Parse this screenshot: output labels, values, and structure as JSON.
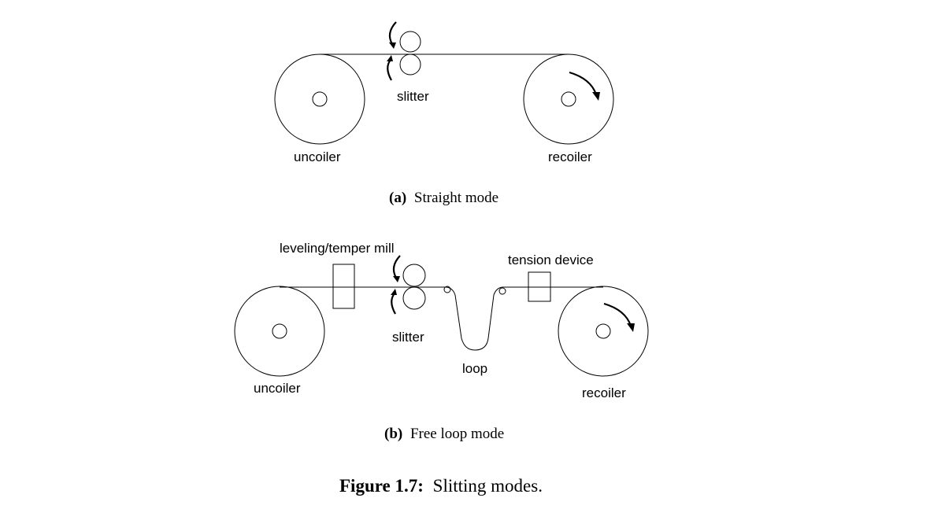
{
  "panel_a": {
    "labels": {
      "slitter": "slitter",
      "uncoiler": "uncoiler",
      "recoiler": "recoiler"
    },
    "caption_tag": "(a)",
    "caption_text": "Straight mode"
  },
  "panel_b": {
    "labels": {
      "leveling": "leveling/temper mill",
      "tension": "tension device",
      "slitter": "slitter",
      "loop": "loop",
      "uncoiler": "uncoiler",
      "recoiler": "recoiler"
    },
    "caption_tag": "(b)",
    "caption_text": "Free loop mode"
  },
  "figure": {
    "caption_tag": "Figure 1.7:",
    "caption_text": "Slitting modes."
  }
}
